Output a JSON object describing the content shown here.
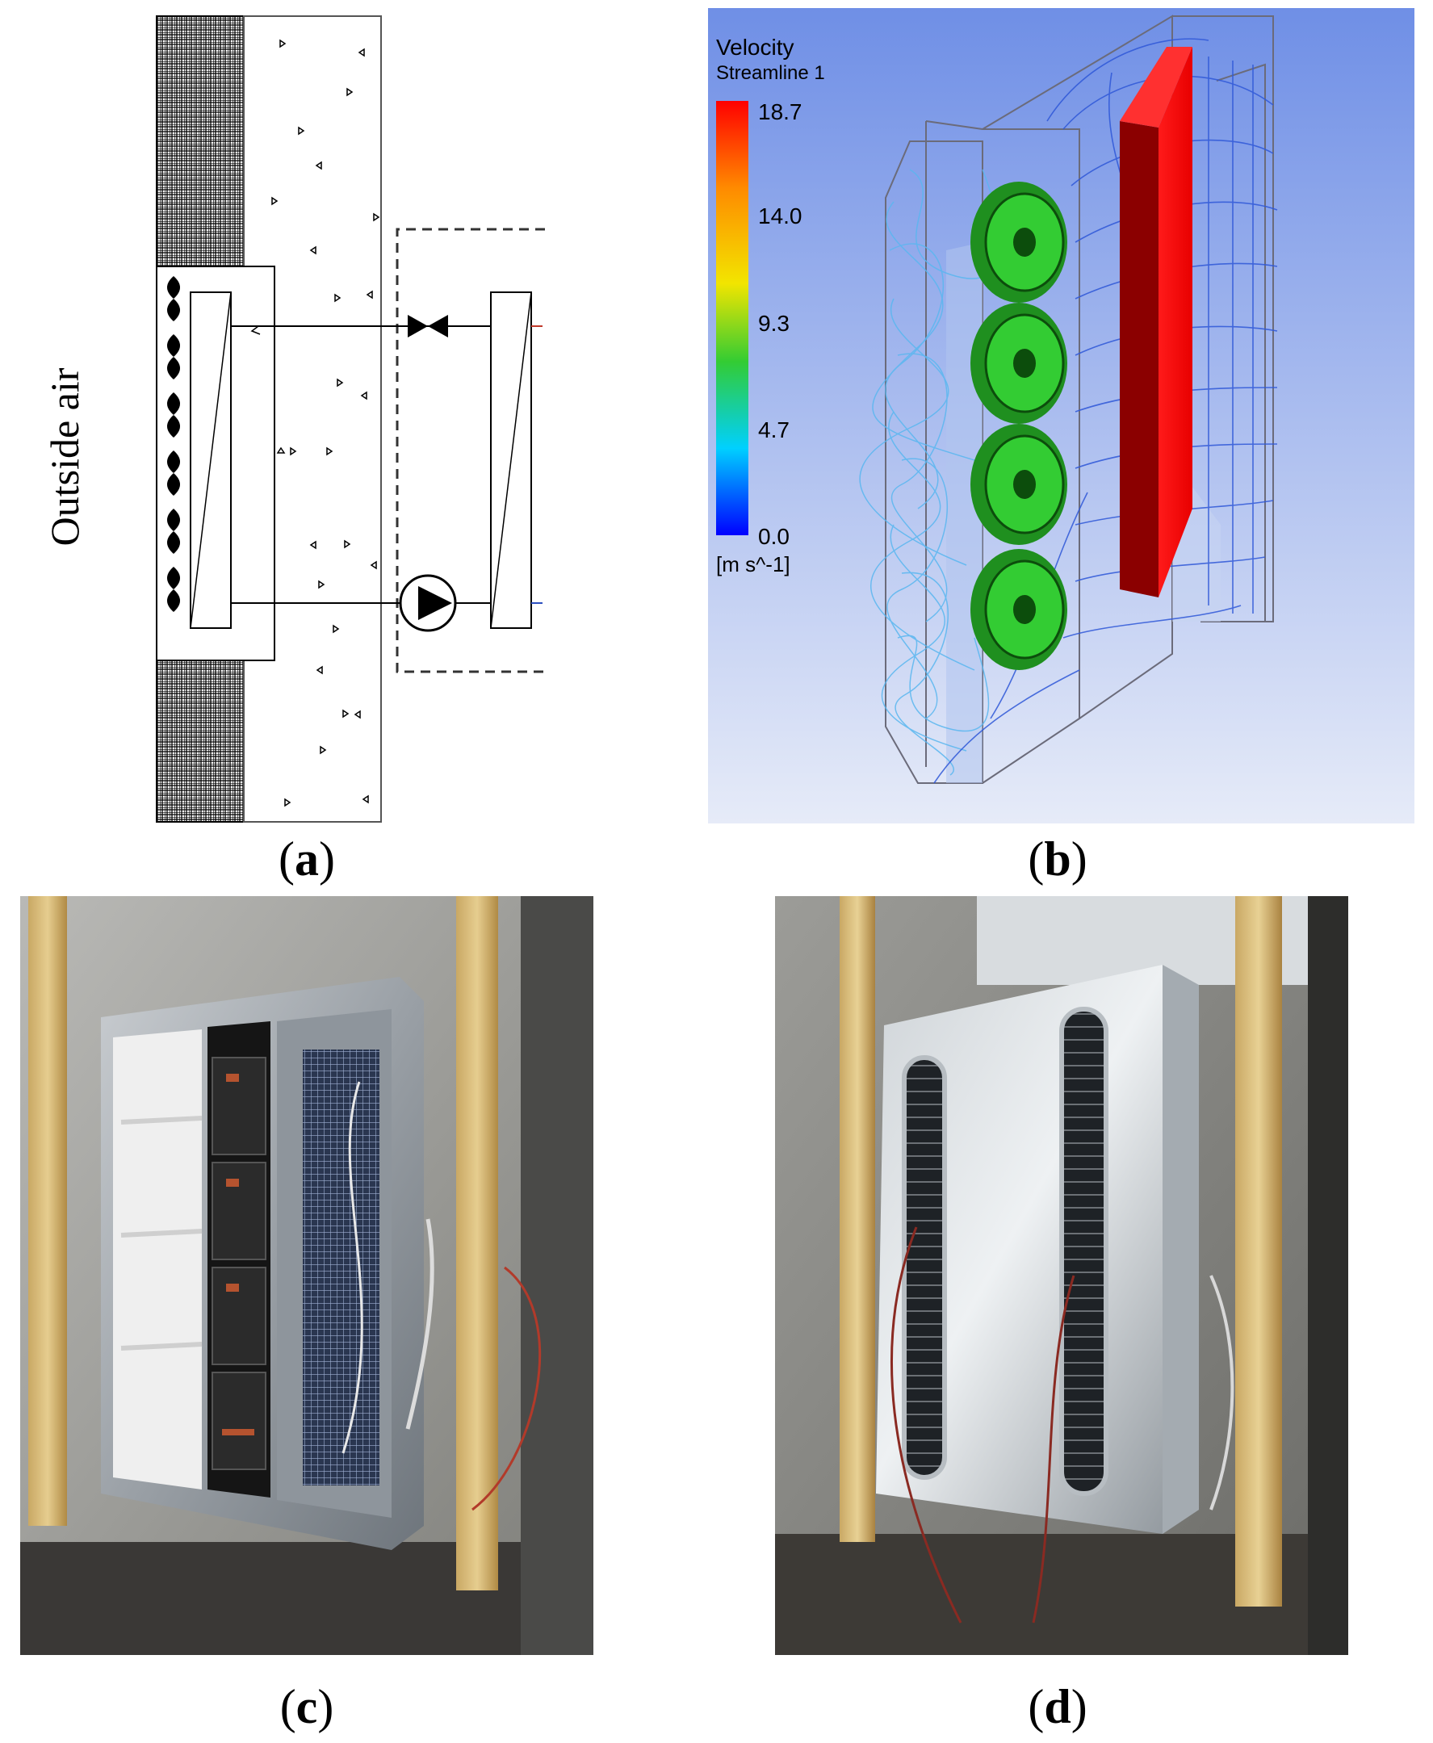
{
  "panels": {
    "a": {
      "caption_open": "(",
      "caption_letter": "a",
      "caption_close": ")",
      "side_label": "Outside air"
    },
    "b": {
      "caption_open": "(",
      "caption_letter": "b",
      "caption_close": ")",
      "legend_title": "Velocity",
      "legend_subtitle": "Streamline 1",
      "legend_ticks": [
        "18.7",
        "14.0",
        "9.3",
        "4.7",
        "0.0"
      ],
      "legend_unit": "[m s^-1]",
      "colormap": [
        "#ff0000",
        "#ff8a00",
        "#f2e500",
        "#33cc33",
        "#00d0ff",
        "#0000ff"
      ]
    },
    "c": {
      "caption_open": "(",
      "caption_letter": "c",
      "caption_close": ")"
    },
    "d": {
      "caption_open": "(",
      "caption_letter": "d",
      "caption_close": ")"
    }
  }
}
